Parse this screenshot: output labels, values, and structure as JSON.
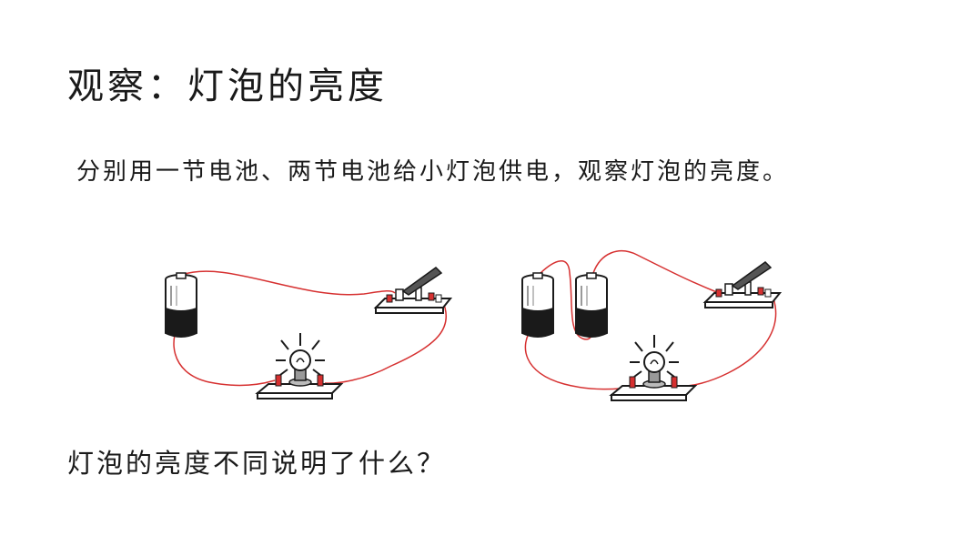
{
  "slide": {
    "title": "观察：灯泡的亮度",
    "instruction": "分别用一节电池、两节电池给小灯泡供电，观察灯泡的亮度。",
    "question": "灯泡的亮度不同说明了什么？"
  },
  "colors": {
    "wire": "#d63030",
    "text": "#1a1a1a",
    "outline": "#1a1a1a",
    "battery_band": "#1a1a1a"
  },
  "diagrams": [
    {
      "name": "circuit-one-battery",
      "battery_count": 1,
      "components": [
        "battery",
        "switch",
        "bulb"
      ]
    },
    {
      "name": "circuit-two-batteries",
      "battery_count": 2,
      "components": [
        "battery",
        "battery",
        "switch",
        "bulb"
      ]
    }
  ]
}
